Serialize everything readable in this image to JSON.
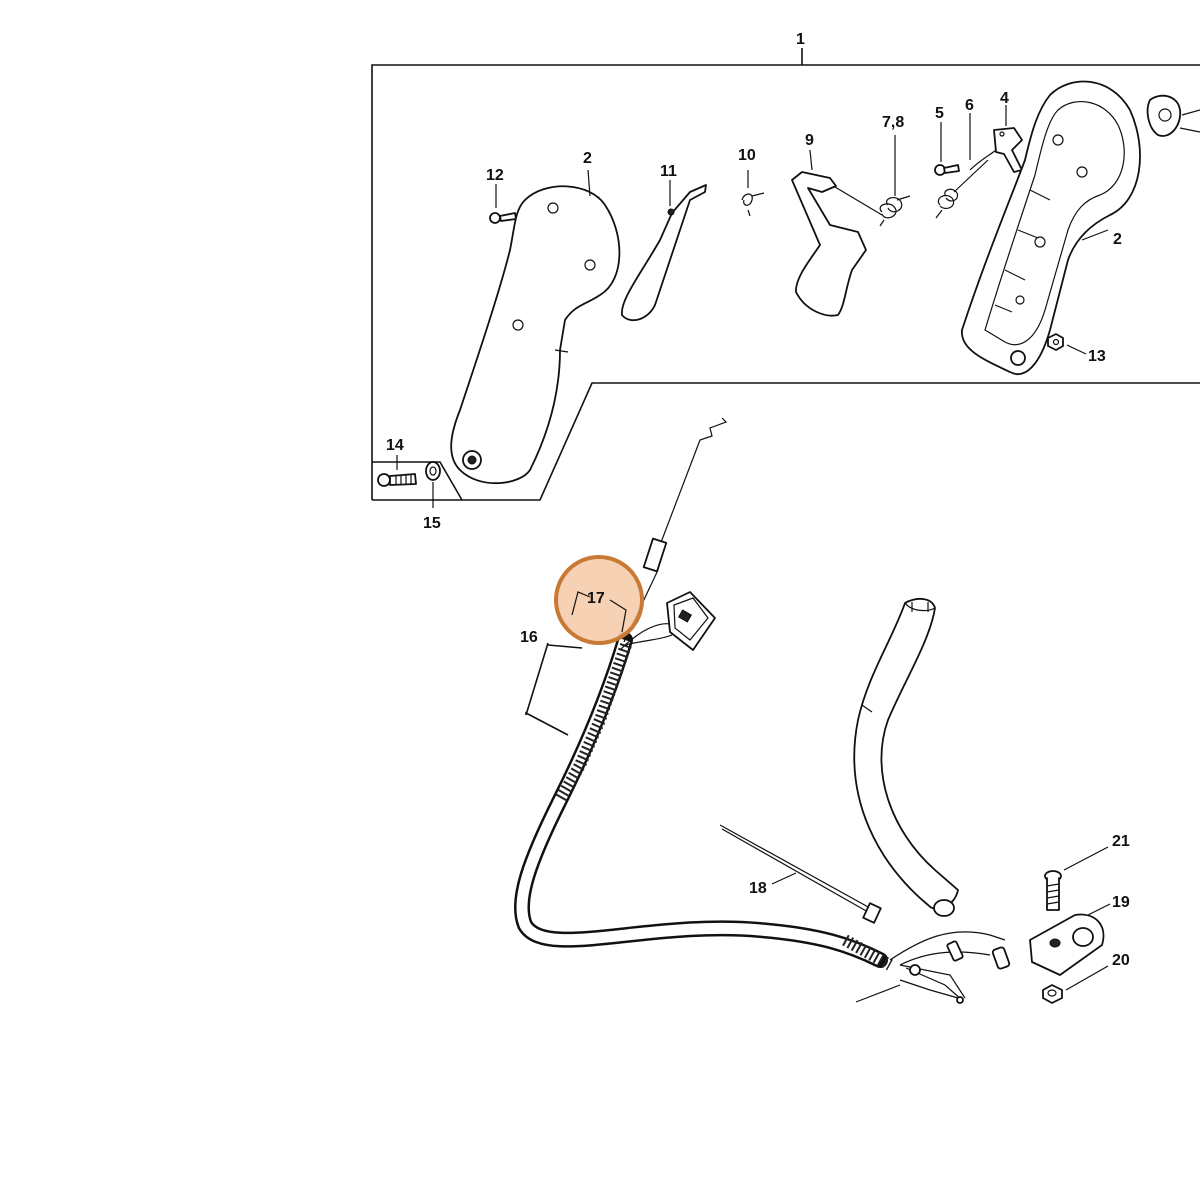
{
  "diagram": {
    "labels": {
      "p1": "1",
      "p2a": "2",
      "p2b": "2",
      "p4": "4",
      "p5": "5",
      "p6": "6",
      "p78": "7,8",
      "p9": "9",
      "p10": "10",
      "p11": "11",
      "p12": "12",
      "p13": "13",
      "p14": "14",
      "p15": "15",
      "p16": "16",
      "p17": "17",
      "p18": "18",
      "p19": "19",
      "p20": "20",
      "p21": "21"
    },
    "colors": {
      "highlight_fill": "#f5c9a6",
      "highlight_stroke": "#c87a35",
      "line": "#111111"
    },
    "highlighted_part": "17"
  }
}
